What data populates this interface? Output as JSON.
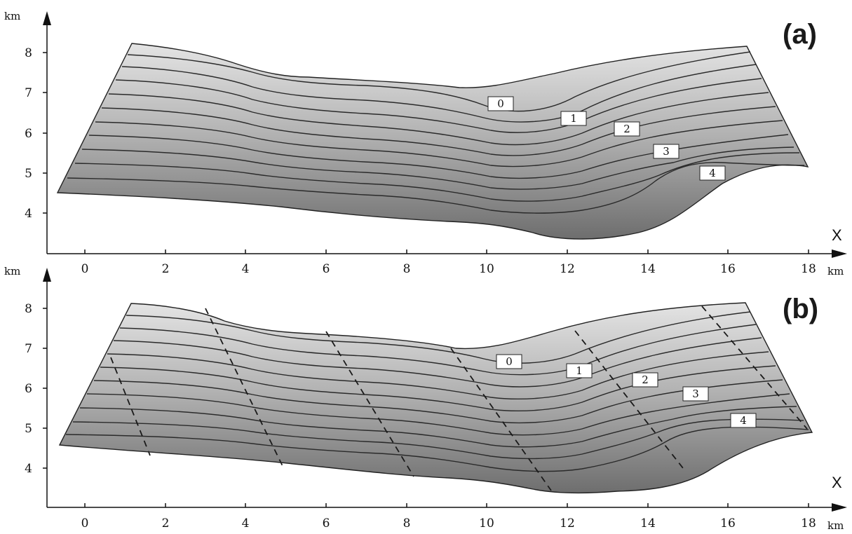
{
  "panels": [
    {
      "label": "(a)",
      "x_ticks": [
        "0",
        "2",
        "4",
        "6",
        "8",
        "10",
        "12",
        "14",
        "16",
        "18"
      ],
      "y_ticks": [
        "4",
        "5",
        "6",
        "7",
        "8"
      ],
      "y_unit": "km",
      "x_unit": "km",
      "x_axis_name": "X",
      "horizon_labels": [
        "0",
        "1",
        "2",
        "3",
        "4"
      ],
      "has_dashed_lines": false
    },
    {
      "label": "(b)",
      "x_ticks": [
        "0",
        "2",
        "4",
        "6",
        "8",
        "10",
        "12",
        "14",
        "16",
        "18"
      ],
      "y_ticks": [
        "4",
        "5",
        "6",
        "7",
        "8"
      ],
      "y_unit": "km",
      "x_unit": "km",
      "x_axis_name": "X",
      "horizon_labels": [
        "0",
        "1",
        "2",
        "3",
        "4"
      ],
      "has_dashed_lines": true
    }
  ],
  "colors": {
    "top_fill": "#e6e6e6",
    "bottom_fill": "#707070",
    "line": "#2a2a2a"
  }
}
